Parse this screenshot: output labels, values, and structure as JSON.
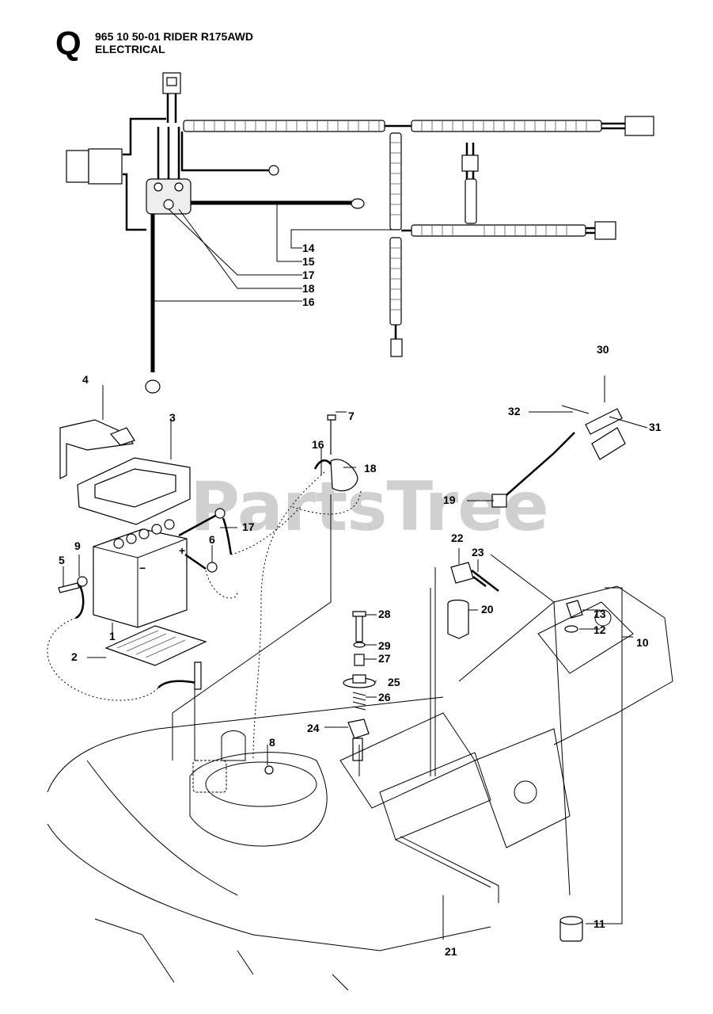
{
  "header": {
    "sheet_letter": "Q",
    "title_line1": "965 10 50-01 RIDER R175AWD",
    "title_line2": "ELECTRICAL"
  },
  "watermark": "PartsTree",
  "callouts": {
    "c1": "1",
    "c2": "2",
    "c3": "3",
    "c4": "4",
    "c5": "5",
    "c6": "6",
    "c7": "7",
    "c8": "8",
    "c9": "9",
    "c10": "10",
    "c11": "11",
    "c12": "12",
    "c13": "13",
    "c14": "14",
    "c15": "15",
    "c16a": "16",
    "c16b": "16",
    "c17a": "17",
    "c17b": "17",
    "c18a": "18",
    "c18b": "18",
    "c19": "19",
    "c20": "20",
    "c21": "21",
    "c22": "22",
    "c23": "23",
    "c24": "24",
    "c25": "25",
    "c26": "26",
    "c27": "27",
    "c28": "28",
    "c29": "29",
    "c30": "30",
    "c31": "31",
    "c32": "32"
  },
  "battery_marks": {
    "plus": "+",
    "minus": "−"
  }
}
